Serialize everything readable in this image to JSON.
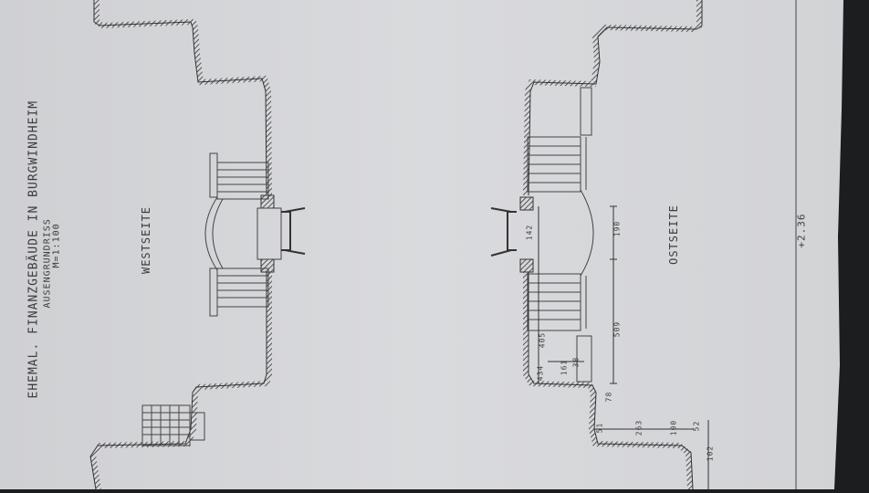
{
  "title_block": {
    "line1": "EHEMAL. FINANZGEBÄUDE IN BURGWINDHEIM",
    "line2": "AUSENGRUNDRISS",
    "line3": "M=1:100"
  },
  "labels": {
    "west": "WESTSEITE",
    "east": "OSTSEITE",
    "elevation": "+2.36"
  },
  "dimensions": {
    "d142": "142",
    "d190": "190",
    "d509": "509",
    "d405": "405",
    "d161": "161",
    "d434": "434",
    "d38": "38",
    "d78": "78",
    "d263": "263",
    "d100": "100",
    "d51": "51",
    "d52": "52",
    "d102": "102"
  },
  "colors": {
    "paper": "#d6d7da",
    "ink": "#3a3a3a",
    "background": "#1b1d1f"
  }
}
